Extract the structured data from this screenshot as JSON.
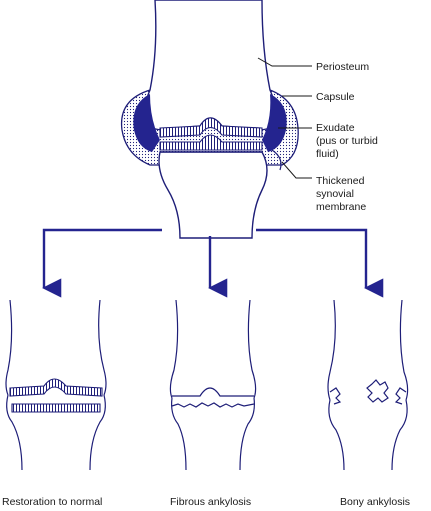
{
  "colors": {
    "outline": "#1e1e78",
    "exudate": "#24248f",
    "arrow": "#24248f",
    "text": "#1a1a1a"
  },
  "labels": {
    "periosteum": "Periosteum",
    "capsule": "Capsule",
    "exudate": [
      "Exudate",
      "(pus or turbid",
      "fluid)"
    ],
    "synovial": [
      "Thickened",
      "synovial",
      "membrane"
    ]
  },
  "outcomes": {
    "restoration": "Restoration to normal",
    "fibrous": "Fibrous ankylosis",
    "bony": "Bony ankylosis"
  }
}
